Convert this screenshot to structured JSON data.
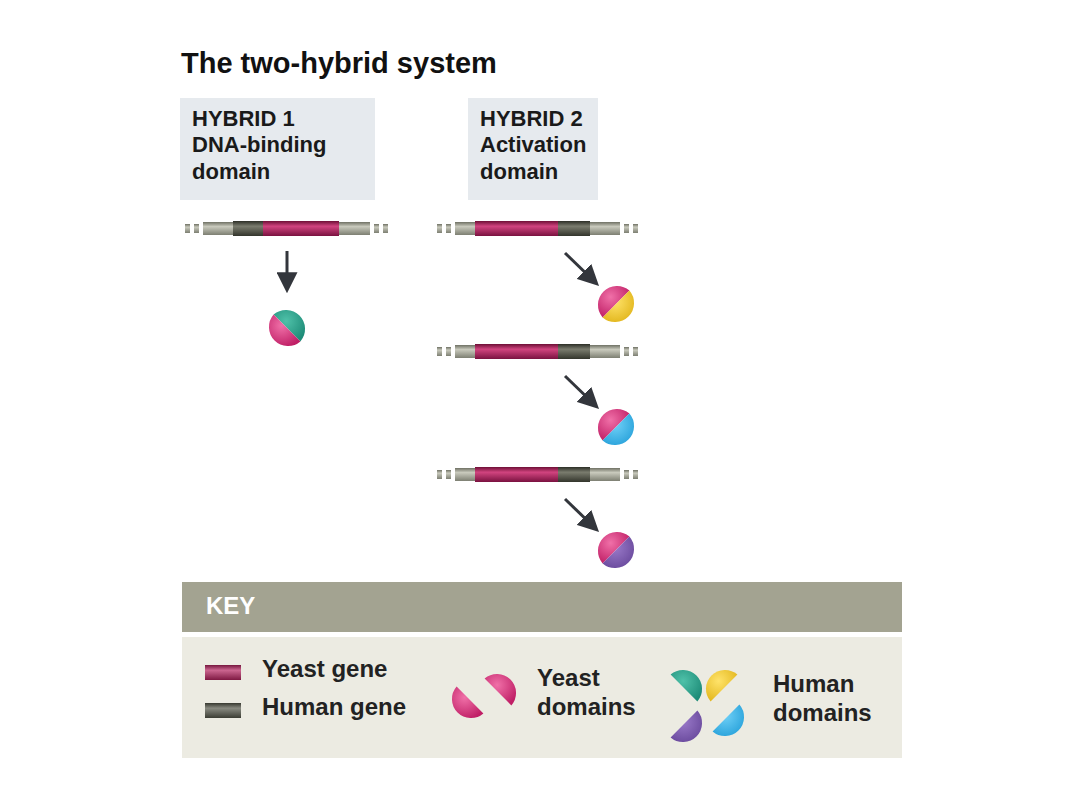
{
  "diagram": {
    "title": "The two-hybrid system",
    "nodes": [
      {
        "text": [
          "HYBRID 1",
          "DNA-binding domain"
        ]
      },
      {
        "text": [
          "HYBRID 2",
          "Activation domain"
        ]
      },
      {
        "text": [
          "KEY"
        ]
      }
    ],
    "legend": [
      {
        "text": "Yeast gene",
        "color": "#b5235f"
      },
      {
        "text": "Human gene",
        "color": "#55574a"
      },
      {
        "text": "Yeast domains"
      },
      {
        "text": "Human domains"
      }
    ]
  }
}
